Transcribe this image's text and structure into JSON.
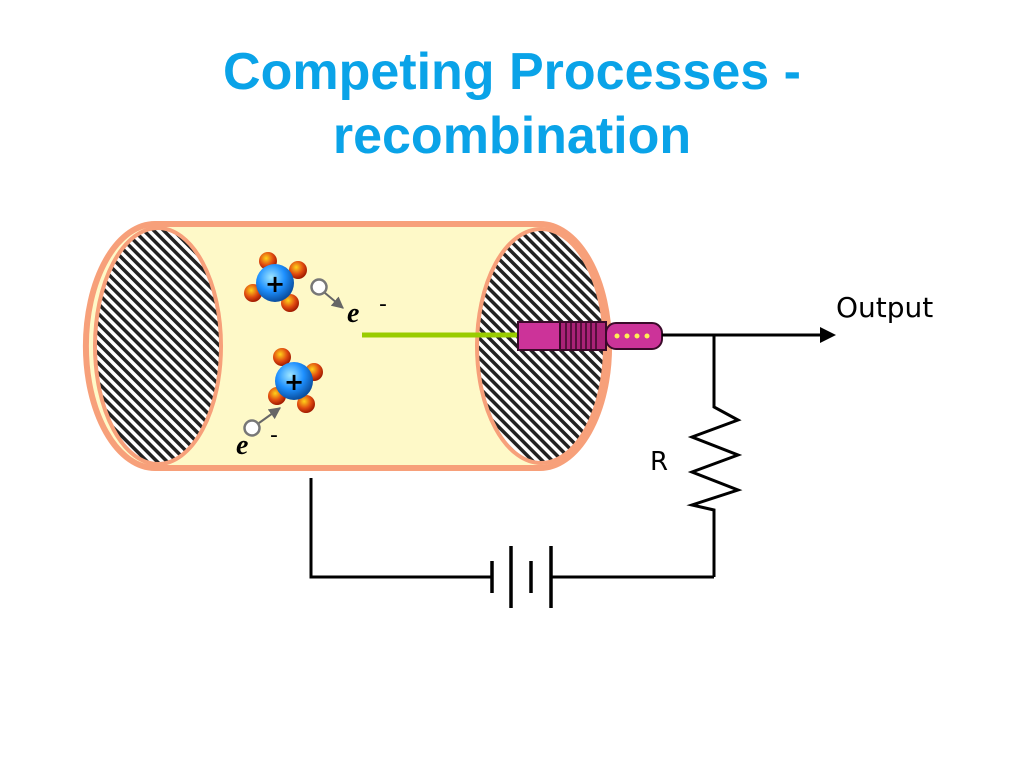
{
  "slide": {
    "title_line1": "Competing Processes -",
    "title_line2": "recombination"
  },
  "diagram": {
    "output_label": "Output",
    "resistor_label": "R",
    "ion_charge": "+",
    "electron_symbol": "e",
    "electron_charge": "-",
    "colors": {
      "title": "#0aa3e8",
      "cylinder_fill": "#fef9c8",
      "cylinder_edge": "#f7a07a",
      "anode_wire": "#99cc00",
      "connector": "#cc3399",
      "ion_core": "#1e90ff",
      "ion_satellite": "#e04a10"
    }
  }
}
